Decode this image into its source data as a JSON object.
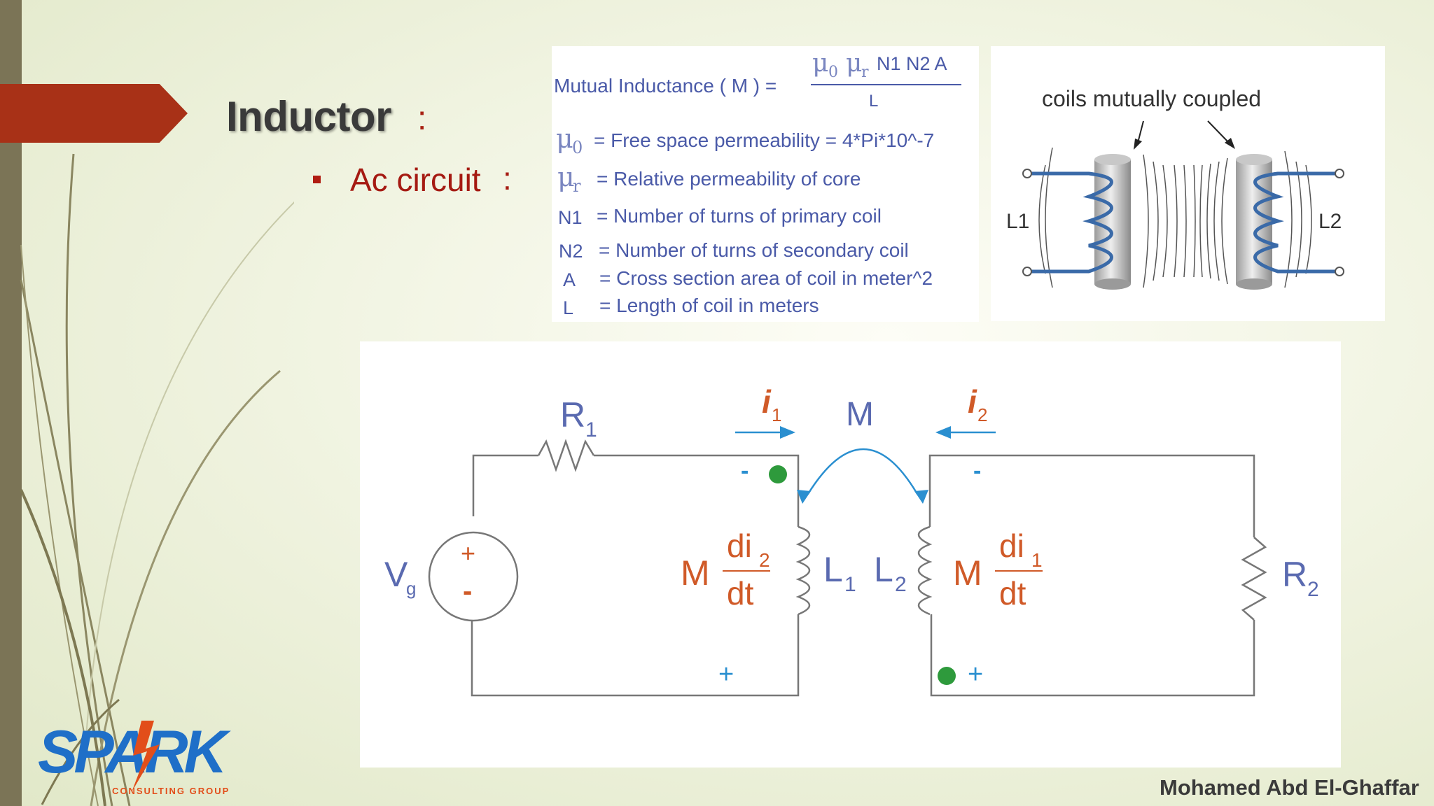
{
  "slide": {
    "title": "Inductor",
    "title_colon": ":",
    "subtitle": "Ac circuit",
    "subtitle_colon": ":",
    "footer_author": "Mohamed Abd El-Ghaffar"
  },
  "logo": {
    "main": "SPARK",
    "tagline": "CONSULTING GROUP"
  },
  "formula": {
    "lhs": "Mutual Inductance ( M ) =",
    "mu_0": "μ",
    "mu_0_sub": "0",
    "mu_r": "μ",
    "mu_r_sub": "r",
    "numerator_rest": "N1 N2 A",
    "denominator": "L",
    "definitions": [
      {
        "symbol": "",
        "text": "= Free space permeability = 4*Pi*10^-7"
      },
      {
        "symbol": "",
        "text": "= Relative permeability of core"
      },
      {
        "symbol": "N1",
        "text": "= Number of turns of primary coil"
      },
      {
        "symbol": "N2",
        "text": "= Number of turns of secondary coil"
      },
      {
        "symbol": "A",
        "text": "= Cross section area of coil in meter^2"
      },
      {
        "symbol": "L",
        "text": "= Length of coil in meters"
      }
    ]
  },
  "coil_diagram": {
    "caption": "coils mutually coupled",
    "left_label": "L1",
    "right_label": "L2"
  },
  "circuit": {
    "R1": "R",
    "R1_sub": "1",
    "R2": "R",
    "R2_sub": "2",
    "Vg": "V",
    "Vg_sub": "g",
    "i1": "i",
    "i1_sub": "1",
    "i2": "i",
    "i2_sub": "2",
    "M": "M",
    "L1": "L",
    "L1_sub": "1",
    "L2": "L",
    "L2_sub": "2",
    "plus": "+",
    "minus": "-",
    "emf1_M": "M",
    "emf1_num": "di",
    "emf1_num_sub": "2",
    "emf1_den": "dt",
    "emf2_M": "M",
    "emf2_num": "di",
    "emf2_num_sub": "1",
    "emf2_den": "dt"
  },
  "colors": {
    "accent_red": "#a83117",
    "formula_blue": "#4a5aa8",
    "circuit_blue": "#2a8fd0",
    "emf_orange": "#d05a28",
    "dot_green": "#2e9a3c"
  }
}
